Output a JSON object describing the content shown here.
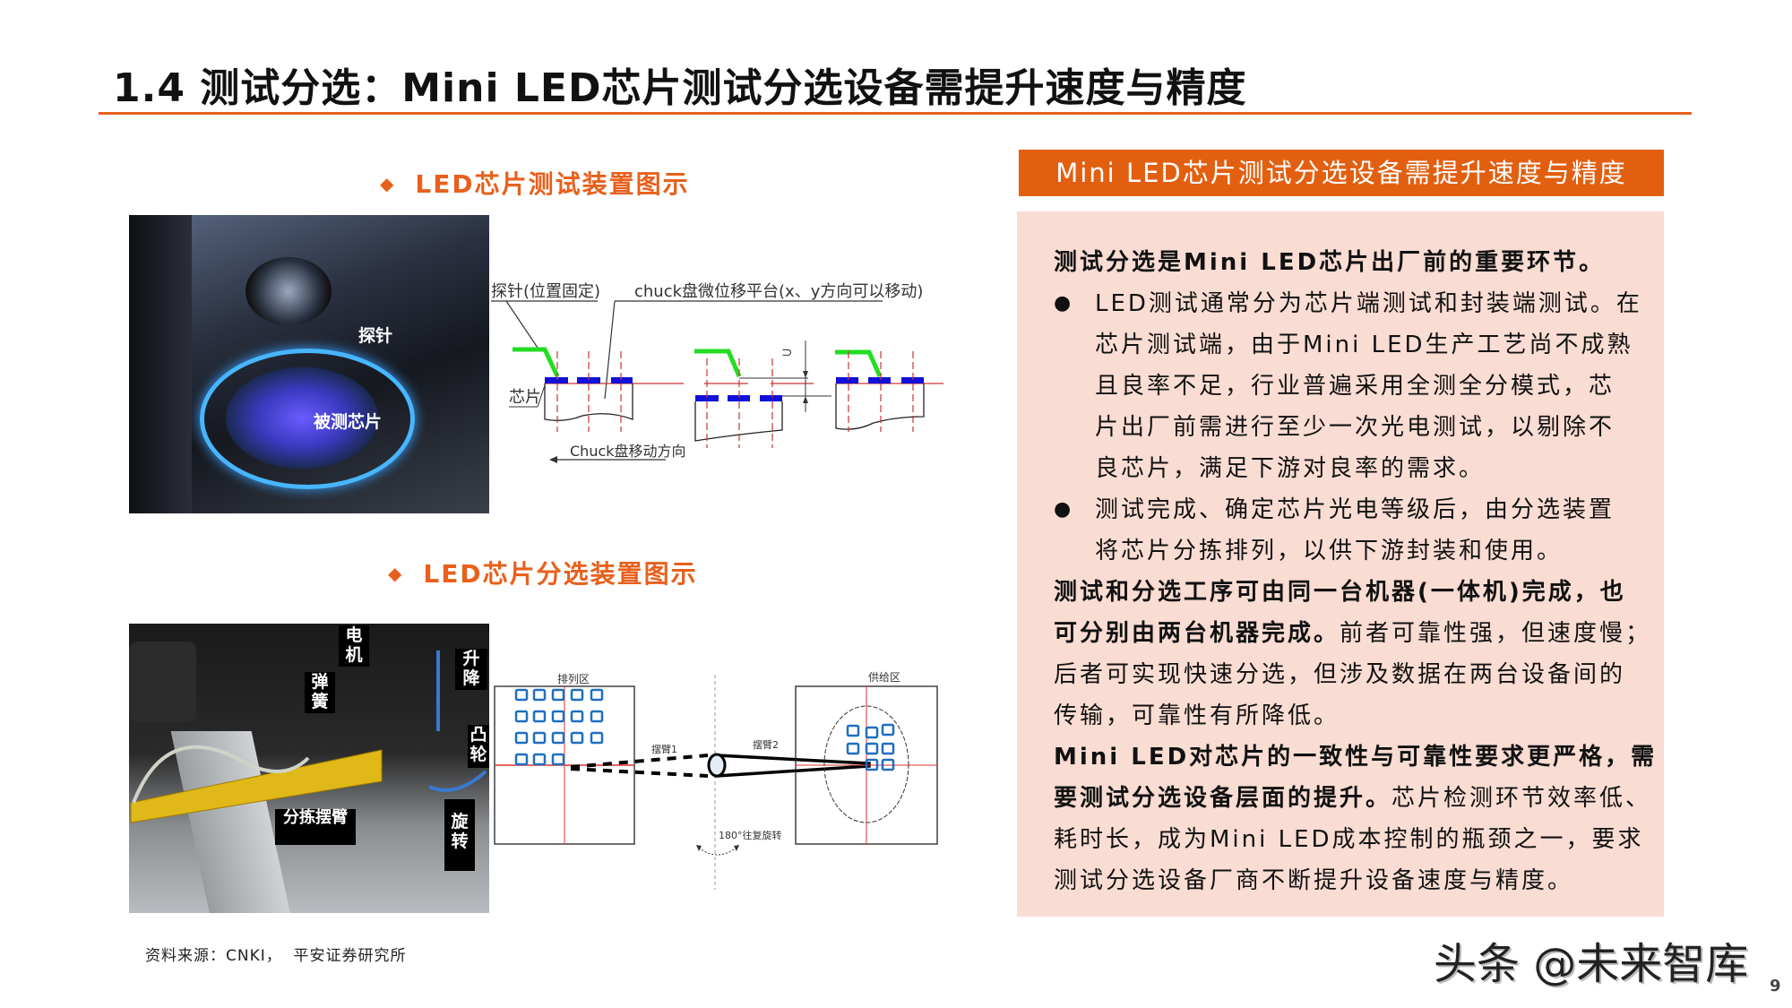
{
  "header": {
    "title": "1.4 测试分选：Mini LED芯片测试分选设备需提升速度与精度",
    "accent_color": "#e8601c"
  },
  "left": {
    "section1": {
      "heading": "LED芯片测试装置图示",
      "bullet_icon": "diamond-icon",
      "photo_labels": {
        "probe": "探针",
        "chip_under_test": "被测芯片"
      },
      "diagram_labels": {
        "probe_fixed": "探针(位置固定)",
        "chuck_stage": "chuck盘微位移平台(x、y方向可以移动)",
        "chip": "芯片",
        "chuck_direction": "Chuck盘移动方向",
        "symbol": "⊃"
      }
    },
    "section2": {
      "heading": "LED芯片分选装置图示",
      "bullet_icon": "diamond-icon",
      "photo_labels": {
        "motor": "电机",
        "spring": "弹簧",
        "lift": "升降",
        "cam": "凸轮",
        "sort_arm": "分拣摆臂",
        "rotate": "旋转"
      },
      "diagram_labels": {
        "arrange_zone": "排列区",
        "supply_zone": "供给区",
        "arm1": "摆臂1",
        "arm2": "摆臂2",
        "rotation": "180°往复旋转"
      }
    },
    "source": "资料来源：CNKI，  平安证券研究所"
  },
  "panel": {
    "heading": "Mini LED芯片测试分选设备需提升速度与精度",
    "header_color": "#e35f10",
    "background_color": "#f9dcd2",
    "lines": [
      {
        "bullet": false,
        "indent": false,
        "segments": [
          {
            "text": "测试分选是Mini LED芯片出厂前的重要环节。",
            "bold": true
          }
        ]
      },
      {
        "bullet": true,
        "indent": true,
        "segments": [
          {
            "text": "LED测试通常分为芯片端测试和封装端测试。在",
            "bold": false
          }
        ]
      },
      {
        "bullet": false,
        "indent": true,
        "segments": [
          {
            "text": "芯片测试端，由于Mini LED生产工艺尚不成熟",
            "bold": false
          }
        ]
      },
      {
        "bullet": false,
        "indent": true,
        "segments": [
          {
            "text": "且良率不足，行业普遍采用全测全分模式，芯",
            "bold": false
          }
        ]
      },
      {
        "bullet": false,
        "indent": true,
        "segments": [
          {
            "text": "片出厂前需进行至少一次光电测试，以剔除不",
            "bold": false
          }
        ]
      },
      {
        "bullet": false,
        "indent": true,
        "segments": [
          {
            "text": "良芯片，满足下游对良率的需求。",
            "bold": false
          }
        ]
      },
      {
        "bullet": true,
        "indent": true,
        "segments": [
          {
            "text": "测试完成、确定芯片光电等级后，由分选装置",
            "bold": false
          }
        ]
      },
      {
        "bullet": false,
        "indent": true,
        "segments": [
          {
            "text": "将芯片分拣排列，以供下游封装和使用。",
            "bold": false
          }
        ]
      },
      {
        "bullet": false,
        "indent": false,
        "segments": [
          {
            "text": "测试和分选工序可由同一台机器(一体机)完成，也",
            "bold": true
          }
        ]
      },
      {
        "bullet": false,
        "indent": false,
        "segments": [
          {
            "text": "可分别由两台机器完成。",
            "bold": true
          },
          {
            "text": "前者可靠性强，但速度慢；",
            "bold": false
          }
        ]
      },
      {
        "bullet": false,
        "indent": false,
        "segments": [
          {
            "text": "后者可实现快速分选，但涉及数据在两台设备间的",
            "bold": false
          }
        ]
      },
      {
        "bullet": false,
        "indent": false,
        "segments": [
          {
            "text": "传输，可靠性有所降低。",
            "bold": false
          }
        ]
      },
      {
        "bullet": false,
        "indent": false,
        "segments": [
          {
            "text": "Mini LED对芯片的一致性与可靠性要求更严格，需",
            "bold": true
          }
        ]
      },
      {
        "bullet": false,
        "indent": false,
        "segments": [
          {
            "text": "要测试分选设备层面的提升。",
            "bold": true
          },
          {
            "text": "芯片检测环节效率低、",
            "bold": false
          }
        ]
      },
      {
        "bullet": false,
        "indent": false,
        "segments": [
          {
            "text": "耗时长，成为Mini LED成本控制的瓶颈之一，要求",
            "bold": false
          }
        ]
      },
      {
        "bullet": false,
        "indent": false,
        "segments": [
          {
            "text": "测试分选设备厂商不断提升设备速度与精度。",
            "bold": false
          }
        ]
      }
    ],
    "bullet_glyph": "●"
  },
  "footer": {
    "watermark": "头条 @未来智库",
    "page_number": "9"
  }
}
